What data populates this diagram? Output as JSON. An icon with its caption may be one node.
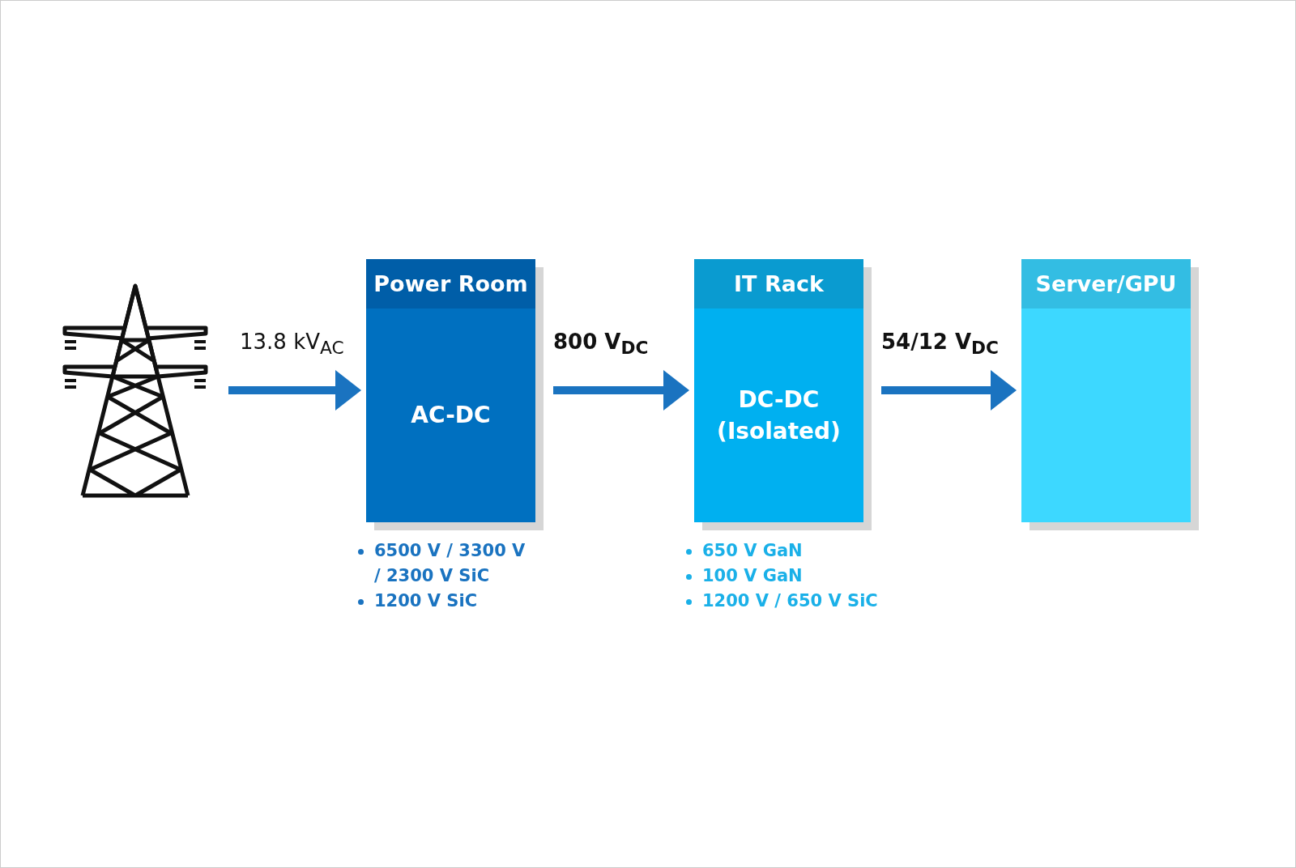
{
  "diagram": {
    "nodes": [
      {
        "text": [],
        "shape": "picture"
      },
      {
        "text": [
          "Power Room",
          "AC-DC"
        ],
        "beside": [
          "6500 V / 3300 V / 2300 V SiC",
          "1200 V SiC"
        ]
      },
      {
        "text": [
          "IT Rack",
          "DC-DC (Isolated)"
        ],
        "beside": [
          "650 V GaN",
          "100 V GaN",
          "1200 V / 650 V SiC"
        ]
      },
      {
        "text": [
          "Server/GPU"
        ]
      }
    ],
    "edges": [
      {
        "from": 0,
        "to": 1,
        "arrow": "to",
        "label": "13.8 kV$_{AC}$"
      },
      {
        "from": 1,
        "to": 2,
        "arrow": "to",
        "label": "800 V$_{DC}$"
      },
      {
        "from": 2,
        "to": 3,
        "arrow": "to",
        "label": "54/12 V$_{DC}$"
      }
    ]
  }
}
